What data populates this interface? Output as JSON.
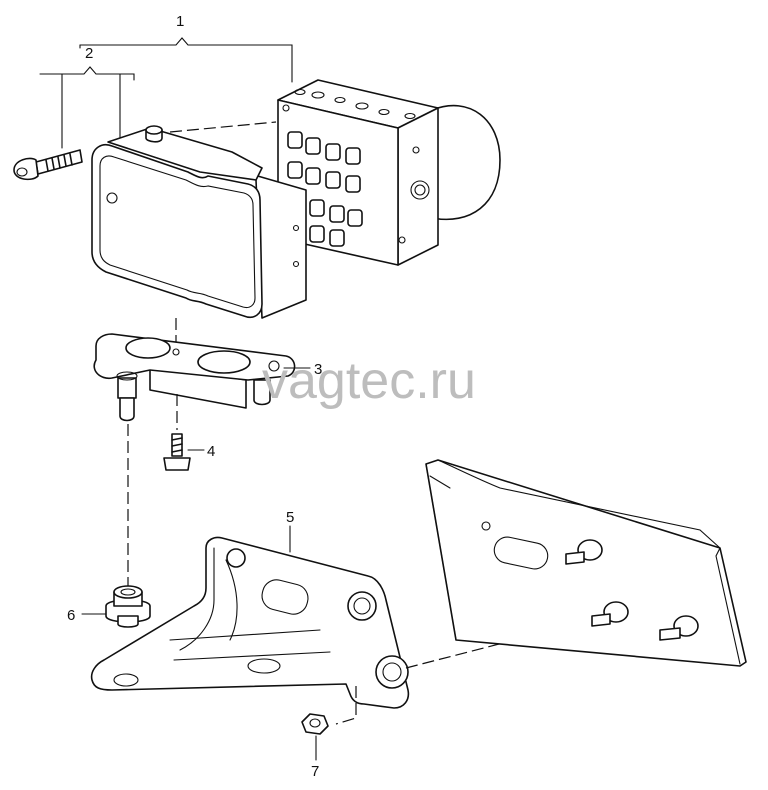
{
  "callouts": {
    "c1": "1",
    "c2": "2",
    "c3": "3",
    "c4": "4",
    "c5": "5",
    "c6": "6",
    "c7": "7"
  },
  "watermark": "vagtec.ru"
}
